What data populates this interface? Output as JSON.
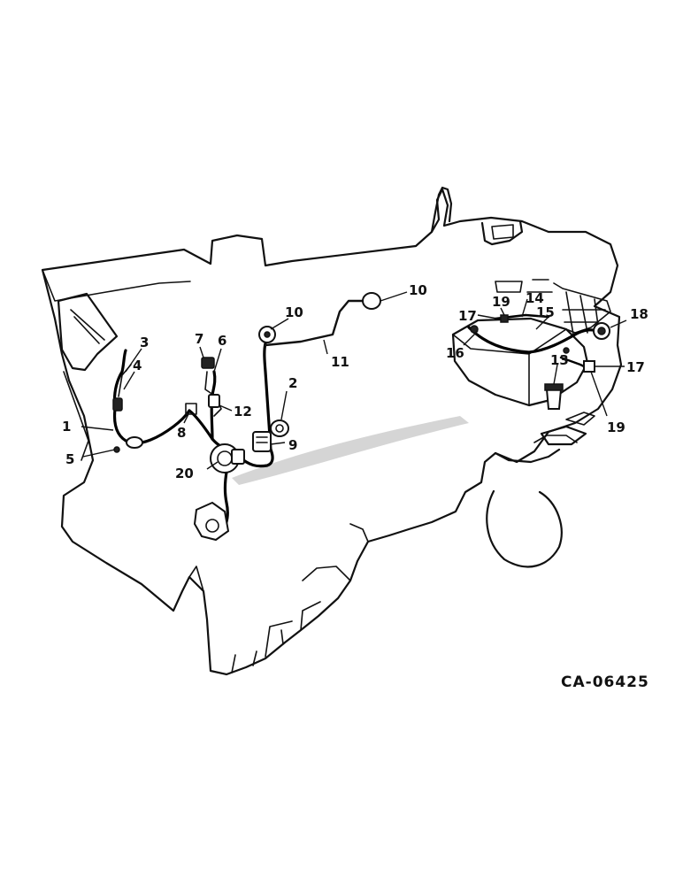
{
  "drawing": {
    "code": "CA-06425",
    "callouts": [
      {
        "id": "c1",
        "text": "1"
      },
      {
        "id": "c2",
        "text": "2"
      },
      {
        "id": "c3",
        "text": "3"
      },
      {
        "id": "c4",
        "text": "4"
      },
      {
        "id": "c5",
        "text": "5"
      },
      {
        "id": "c6",
        "text": "6"
      },
      {
        "id": "c7",
        "text": "7"
      },
      {
        "id": "c8",
        "text": "8"
      },
      {
        "id": "c9",
        "text": "9"
      },
      {
        "id": "c10a",
        "text": "10"
      },
      {
        "id": "c10b",
        "text": "10"
      },
      {
        "id": "c11",
        "text": "11"
      },
      {
        "id": "c12",
        "text": "12"
      },
      {
        "id": "c13",
        "text": "13"
      },
      {
        "id": "c14",
        "text": "14"
      },
      {
        "id": "c15",
        "text": "15"
      },
      {
        "id": "c16",
        "text": "16"
      },
      {
        "id": "c17a",
        "text": "17"
      },
      {
        "id": "c17b",
        "text": "17"
      },
      {
        "id": "c18",
        "text": "18"
      },
      {
        "id": "c19a",
        "text": "19"
      },
      {
        "id": "c19b",
        "text": "19"
      },
      {
        "id": "c20",
        "text": "20"
      }
    ]
  }
}
